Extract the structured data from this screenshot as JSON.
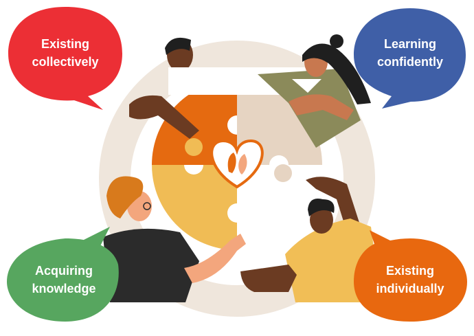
{
  "bubbles": {
    "top_left": {
      "line1": "Existing",
      "line2": "collectively",
      "color": "#ec2f35"
    },
    "top_right": {
      "line1": "Learning",
      "line2": "confidently",
      "color": "#3f5fa7"
    },
    "bottom_left": {
      "line1": "Acquiring",
      "line2": "knowledge",
      "color": "#57a65f"
    },
    "bottom_right": {
      "line1": "Existing",
      "line2": "individually",
      "color": "#e8680f"
    }
  },
  "colors": {
    "ring": "#efe6dc",
    "puzzle_orange": "#e56a10",
    "puzzle_beige": "#e6d4c2",
    "puzzle_yellow": "#f0bc55",
    "puzzle_white": "#ffffff",
    "heart_outline": "#e56a10",
    "skin_dark": "#6b3b22",
    "skin_medium": "#c8784f",
    "skin_light": "#f3a67d",
    "hair_dark": "#1f1f1f",
    "hair_orange": "#d87a1c",
    "shirt_olive": "#8b8a5a",
    "shirt_dark": "#2b2b2b",
    "shirt_yellow": "#f1be56"
  },
  "icons": [
    "heart-hands-icon"
  ]
}
